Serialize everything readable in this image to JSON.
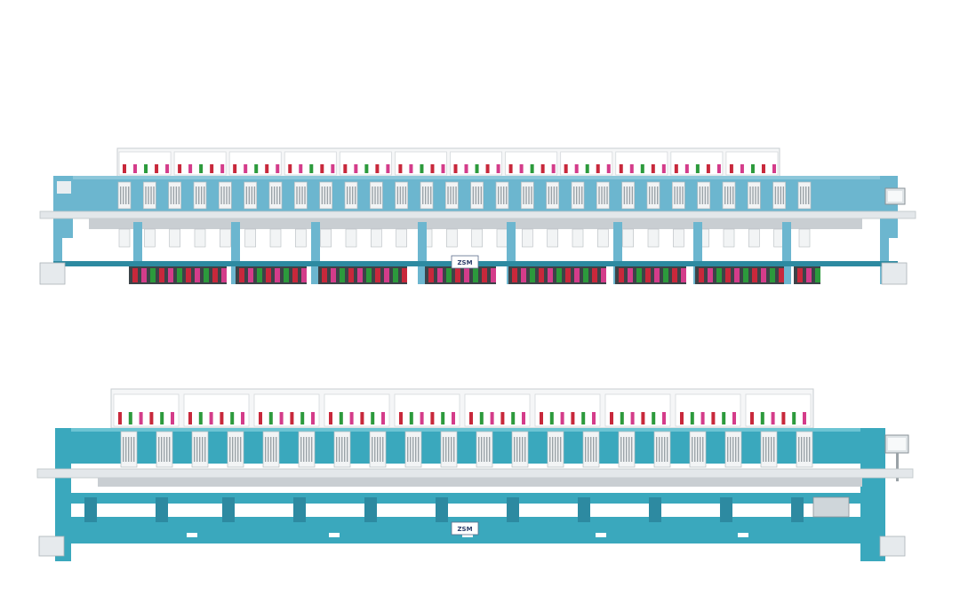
{
  "machines": [
    {
      "name": "top",
      "heads": 28,
      "logo_text": "ZSM"
    },
    {
      "name": "bottom",
      "heads": 20,
      "logo_text": "ZSM"
    }
  ],
  "colors": {
    "frame_blue": "#6cb6cf",
    "frame_teal": "#3aa8bd",
    "frame_dark": "#2d8aa1",
    "head_white": "#f2f4f5",
    "rail_gray": "#c9ced2",
    "table_gray": "#e3e7ea",
    "spool_red": "#c8283b",
    "spool_pink": "#d43c8a",
    "spool_green": "#2c9a3c",
    "screen_gray": "#dfe4e7"
  }
}
